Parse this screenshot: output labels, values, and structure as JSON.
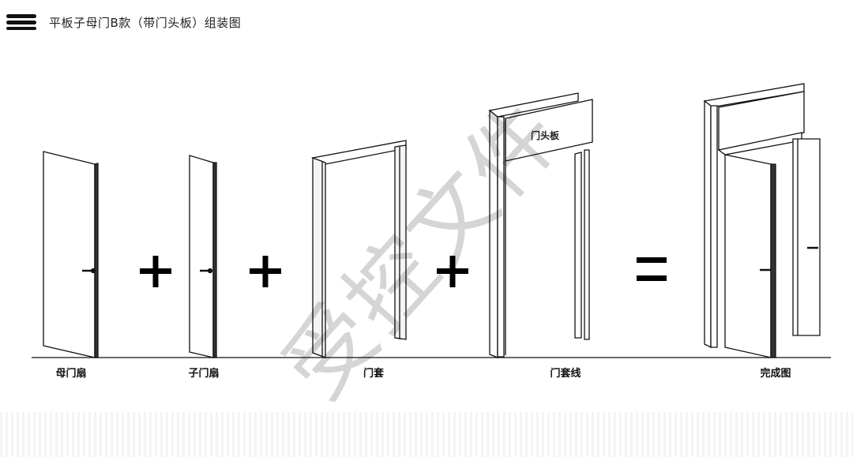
{
  "header": {
    "title": "平板子母门B款（带门头板）组装图"
  },
  "watermark": "受控文件",
  "components": [
    {
      "label": "母门扇"
    },
    {
      "label": "子门扇"
    },
    {
      "label": "门套"
    },
    {
      "label": "门套线",
      "inner_label": "门头板"
    },
    {
      "label": "完成图"
    }
  ],
  "operators": [
    "+",
    "+",
    "+",
    "="
  ],
  "colors": {
    "line": "#111111",
    "panel": "#ffffff"
  }
}
